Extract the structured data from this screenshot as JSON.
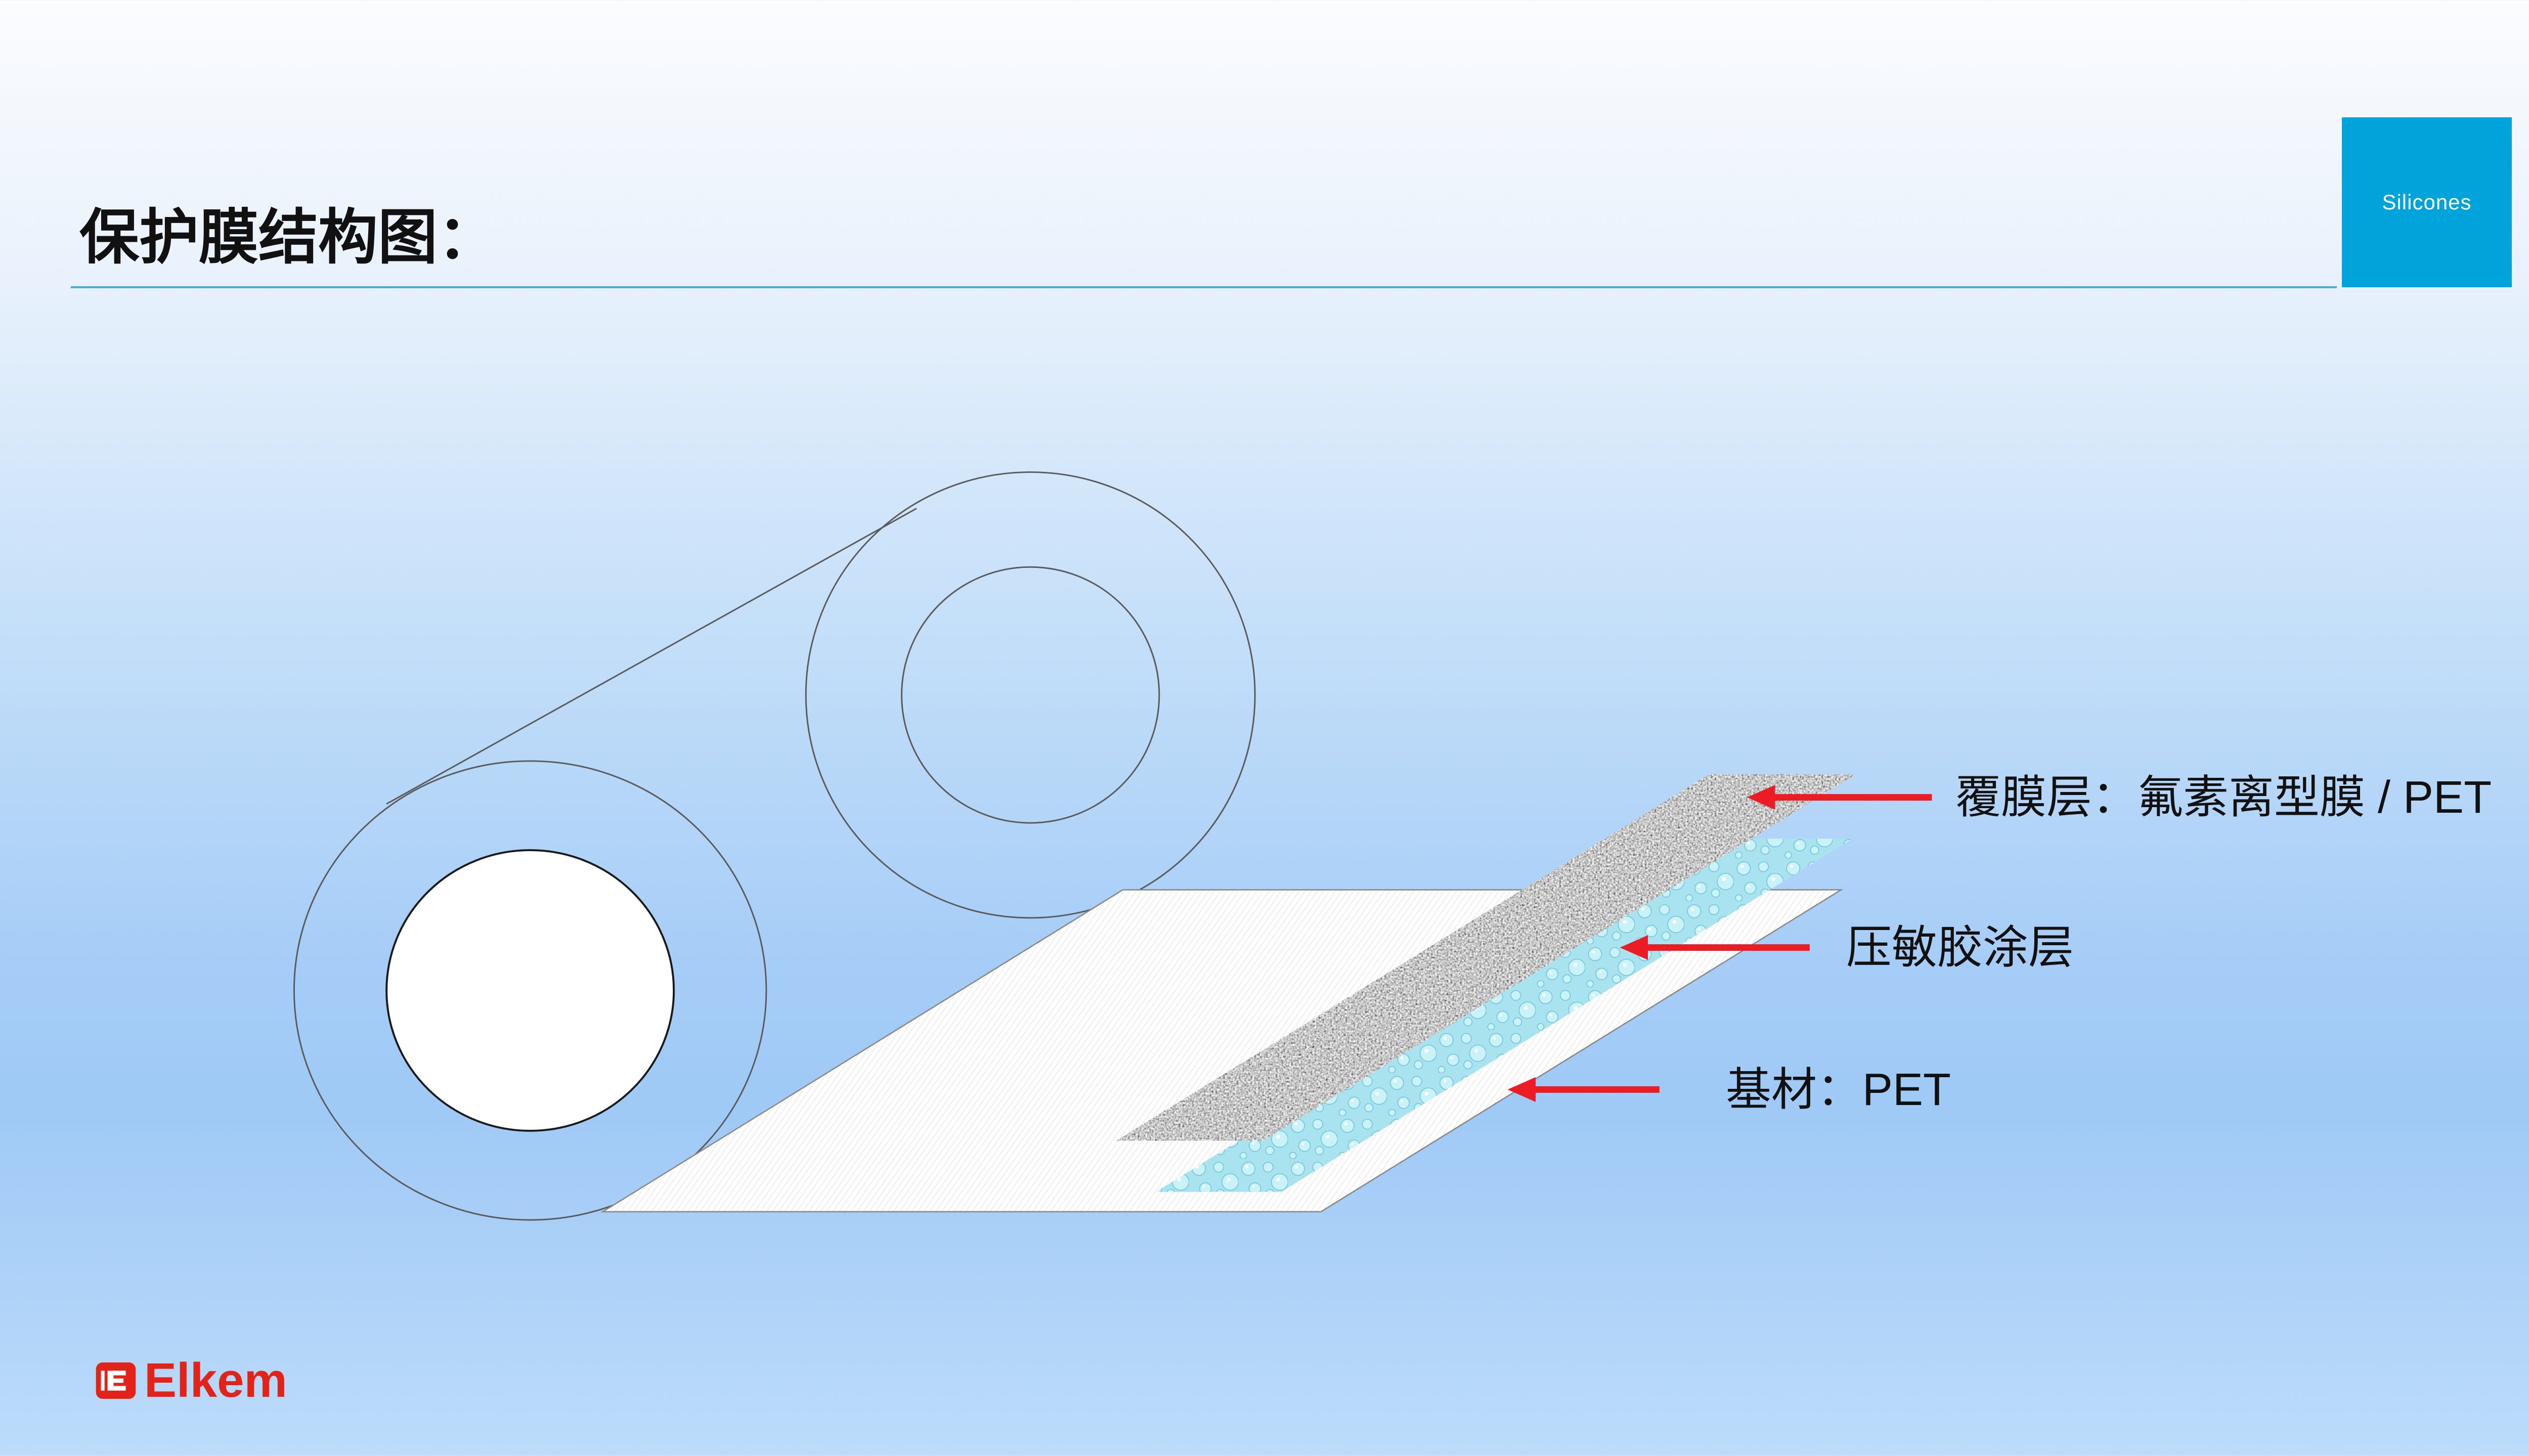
{
  "slide": {
    "title": "保护膜结构图：",
    "tag": "Silicones"
  },
  "diagram": {
    "labels": [
      {
        "text": "覆膜层：氟素离型膜 / PET"
      },
      {
        "text": "压敏胶涂层"
      },
      {
        "text": "基材：PET"
      }
    ]
  },
  "brand": {
    "name": "Elkem",
    "logo_icon": "elkem-logo-icon"
  },
  "colors": {
    "accent": "#00a3da",
    "rule": "#4aa9d9",
    "arrow": "#ec1c24",
    "brand": "#e2231a",
    "text": "#111111"
  }
}
